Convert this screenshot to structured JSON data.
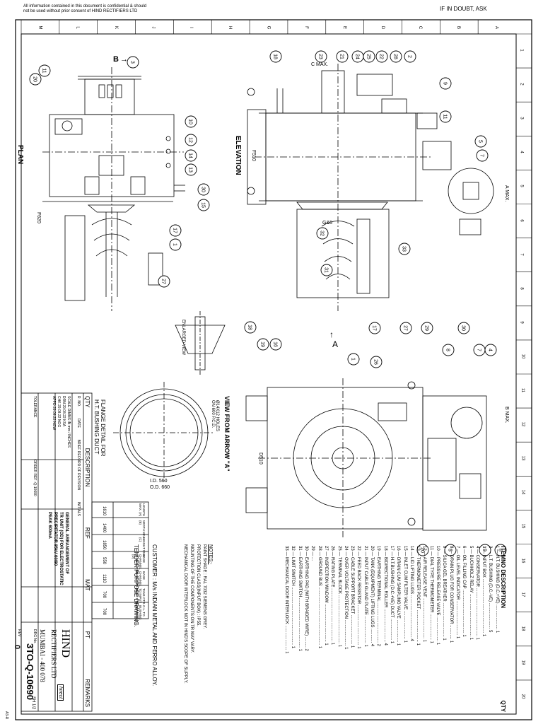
{
  "header": {
    "confidential_line1": "All information contained in this document is confidential & should",
    "confidential_line2": "not be used without prior consent of HIND RECTIFIERS LTD",
    "doubt": "IF IN DOUBT, ASK"
  },
  "border": {
    "top_letters": [
      "M",
      "L",
      "K",
      "J",
      "I",
      "H",
      "G",
      "F",
      "E",
      "D",
      "C",
      "B",
      "A"
    ],
    "side_numbers": [
      "1",
      "2",
      "3",
      "4",
      "5",
      "6",
      "7",
      "8",
      "9",
      "10",
      "11",
      "12",
      "13",
      "14",
      "15",
      "16",
      "17",
      "18",
      "19",
      "20"
    ]
  },
  "views": {
    "plan_label": "PLAN",
    "elevation_label": "ELEVATION",
    "view_from_arrow": "VIEW FROM ARROW \"A\"",
    "enlarged_view": "ENLARGED VIEW",
    "arrow_a": "A",
    "arrow_b": "B",
    "dim_c_max": "C MAX.",
    "dim_a_max": "A MAX.",
    "dim_b_max": "B MAX.",
    "dim_620": "F620",
    "dim_510_elev": "F510",
    "dim_510_view": "D510",
    "dim_335": "G&5",
    "flange_title_1": "FLANGE DETAIL FOR",
    "flange_title_2": "H.T. BUSHING DUCT",
    "flange_id": "I.D. 560",
    "flange_od": "O.D. 660",
    "flange_holes_1": "Ø14X12 HOLES",
    "flange_holes_2": "ON 600 P.C.D."
  },
  "balloons": {
    "plan": [
      "11",
      "20",
      "3",
      "10",
      "12",
      "14",
      "13",
      "30",
      "15",
      "17",
      "1",
      "27"
    ],
    "elevation": [
      "18",
      "23",
      "21",
      "24",
      "25",
      "22",
      "28",
      "2",
      "9",
      "11",
      "5",
      "7",
      "32",
      "33",
      "31",
      "17",
      "27",
      "29",
      "30"
    ],
    "view": [
      "18",
      "19",
      "16",
      "1",
      "26",
      "8",
      "7",
      "4",
      "20",
      "5",
      "9",
      "6"
    ]
  },
  "item_list": {
    "title": "ITEMNO  DESCRIPTION",
    "qty_header": "QTY",
    "items": [
      "1 — H.T. BUSHING (D.C.+VE) ..................... 1",
      "2 — L.T. BUSHING (D.C.-VE) ...................... 5",
      "3 — INPUT BOX .............................................. 1",
      "4 — CONSERVATOR ......................................... 1",
      "5 — BUCHHOLZ RELAY .................................... 1",
      "6 — OIL FILLING CAP ..................................... 1",
      "7 — OIL LEVEL INDICATOR ............................. 1",
      "8 — DRAIN PLUG FOR CONSERVATOR ............ 1",
      "9 — SILICA GEL BREATHER ............................. 1",
      "10 — PRESSURE RELEASE VALVE ..................... 1",
      "11 — DIAL TYPE THERMOMETER ...................... 1",
      "12 — AIR RELEASE VENT .................................. 1",
      "13 — THERMOMETER POCKET ........................... 1",
      "14 — LID LIFTING LUGS .................................... 4",
      "15 — INLET CUM FILTER VALVE ........................ 1",
      "16 — DRAIN CUM SAMPLING VALVE ................... 1",
      "17 — H.T.BUSHING (D.C.+VE) DUCT .................. 1",
      "18 — BIDIRECTIONAL ROLLER ............................ 4",
      "19 — EARTHING TERMINAL .................................. 2",
      "20 — TANK (EQUIPMENT) LIFTING LUGS ............ 4",
      "21 — INPUT CABLE GLAND PLATE ....................... 1",
      "22 — FEED BACK RESISTOR .................................. 1",
      "23 — CABLE SUPPORT BRACKET ......................... 1",
      "24 — OVER VOLTAGE PROTECTION ...................... 1",
      "25 — TERMINAL BLOCK ......................................... 1",
      "26 — RATING PLATE ............................................. 1",
      "27 — INSPECTION WINDOW ................................ 1",
      "28 — GROUND BUS ................................................. 1",
      "29 — ...",
      "30 — EARTHING PAD (WITH BRAIDED WIRE) ......... 2",
      "31 — EARTHING SWITCH .......................................... 1",
      "32 — LIMIT SWITCH ................................................. 1",
      "33 — MECHANICAL DOOR INTERLOCK ..................... 1"
    ]
  },
  "notes": {
    "title": "NOTES:-",
    "lines": [
      "PAINT SHADE : RAL 7032 SIEMENS GREY.",
      "PROTECTION CLASS(INPUT BOX) : IP55.",
      "MOUNTING OF THE COMPONENTS ON TR MAY VARY.",
      "MECHANICAL DOOR INTERLOCK NOT IN HIND'S SCOPE OF SUPPLY."
    ]
  },
  "customer": {
    "customer": "CUSTOMER : M/s INDIAN METAL AND FERRO ALLOY.",
    "purpose": "TENDER PURPOSE DRAWING."
  },
  "dim_table": {
    "headers": [
      "LENGTH MAX. (A)",
      "WIDTH MAX. (B)",
      "HEIGHT MAX. (C)",
      "BASE CHANNEL W.HEEL CTR. (D)",
      "BASE CHANNEL LANE CTR.(E)",
      "TANK CTR. TO INPUT DUCT CTR.(F)",
      "C.L. TO BUSHING CENTRE (G)"
    ],
    "values": [
      "1610",
      "1400",
      "1850",
      "550",
      "1110",
      "700",
      "700"
    ]
  },
  "title_block": {
    "qty": "QTY",
    "description": "DESCRIPTION",
    "ref": "REF",
    "mat": "MAT",
    "pt": "PT",
    "remarks": "REMARKS",
    "rev_no": "R. NO.",
    "date": "DATE",
    "brief_record": "BRIEF RECORD OF REVISION",
    "initials": "INITIALS",
    "scale": "SCALE",
    "scale_value": "DIMNS IN mm / INCHES",
    "drn": "DRN",
    "drn_date": "29.08.22",
    "drn_by": "KSA",
    "chk": "CHK",
    "chk_date": "29.08.22",
    "chk_by": "NGG",
    "appd": "APPD",
    "appd_date": "29.08.22",
    "appd_by": "NGW",
    "tolerance": "TOLERANCE",
    "order_ref": "ORDER REF: Q-10690",
    "title_1": "GENERAL ARRANGEMENT OF",
    "title_2": "TR UNIT (OD) FOR ELECTROSTATIC",
    "title_3": "PRECIPITATOR 95kV 60/90",
    "title_4": "PEAK 600mA",
    "company": "HIND",
    "company_2": "RECTIFIERS LTD",
    "address": "MUMBAI - 400 078",
    "logo": "hirect",
    "dwg_no_label": "DRG No.",
    "dwg_no": "3TO-Q-10690",
    "sheet": "SH 1/2",
    "rev_label": "REV",
    "rev": "0"
  },
  "side_code": "A3-R"
}
